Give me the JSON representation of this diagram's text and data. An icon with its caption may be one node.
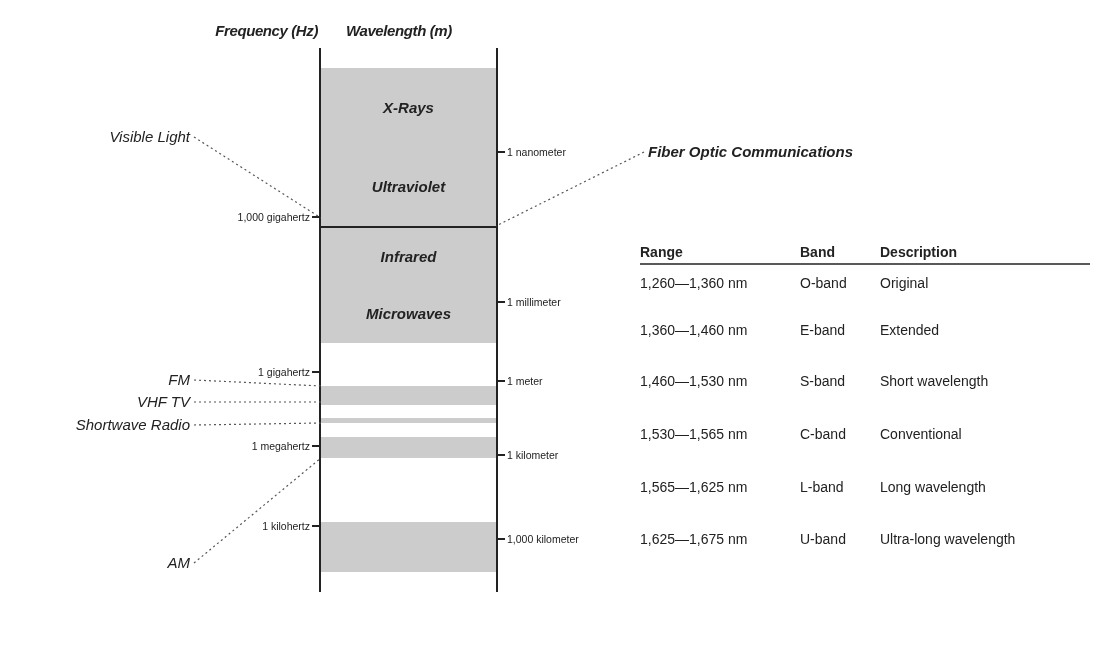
{
  "diagram": {
    "nodes": [
      {
        "text": [
          "X-Rays",
          "Ultraviolet"
        ]
      },
      {
        "text": [
          "Visible Light"
        ]
      },
      {
        "text": [
          "Fiber Optic Communications"
        ]
      },
      {
        "text": [
          "Infrared",
          "Microwaves"
        ]
      },
      {
        "text": [
          "FM"
        ]
      },
      {
        "text": [],
        "shape": "bar"
      },
      {
        "text": [
          "VHF TV"
        ]
      },
      {
        "text": [
          "Shortwave Radio"
        ]
      },
      {
        "text": [],
        "shape": "bar"
      },
      {
        "text": [],
        "shape": "bar"
      },
      {
        "text": [
          "AM"
        ]
      },
      {
        "text": [],
        "shape": "bar"
      }
    ],
    "edges": [
      {
        "from": 1,
        "to": 0,
        "arrow": "none",
        "style": "dashed"
      },
      {
        "from": 2,
        "to": 3,
        "arrow": "none",
        "style": "dashed"
      },
      {
        "from": 4,
        "to": 5,
        "arrow": "none",
        "style": "dashed"
      },
      {
        "from": 6,
        "to": 5,
        "arrow": "none",
        "style": "dashed"
      },
      {
        "from": 7,
        "to": 8,
        "arrow": "none",
        "style": "dashed"
      },
      {
        "from": 10,
        "to": 9,
        "arrow": "none",
        "style": "dashed"
      }
    ],
    "labels": [
      "Frequency (Hz)",
      "Wavelength (m)",
      "1 nanometer",
      "1,000 gigahertz",
      "1 millimeter",
      "1 gigahertz",
      "1 meter",
      "1 megahertz",
      "1 kilometer",
      "1 kilohertz",
      "1,000 kilometer",
      "Range",
      "Band",
      "Description",
      "1,260—1,360 nm",
      "O-band",
      "Original",
      "1,360—1,460 nm",
      "E-band",
      "Extended",
      "1,460—1,530 nm",
      "S-band",
      "Short wavelength",
      "1,530—1,565 nm",
      "C-band",
      "Conventional",
      "1,565—1,625 nm",
      "L-band",
      "Long wavelength",
      "1,625—1,675 nm",
      "U-band",
      "Ultra-long wavelength"
    ]
  }
}
